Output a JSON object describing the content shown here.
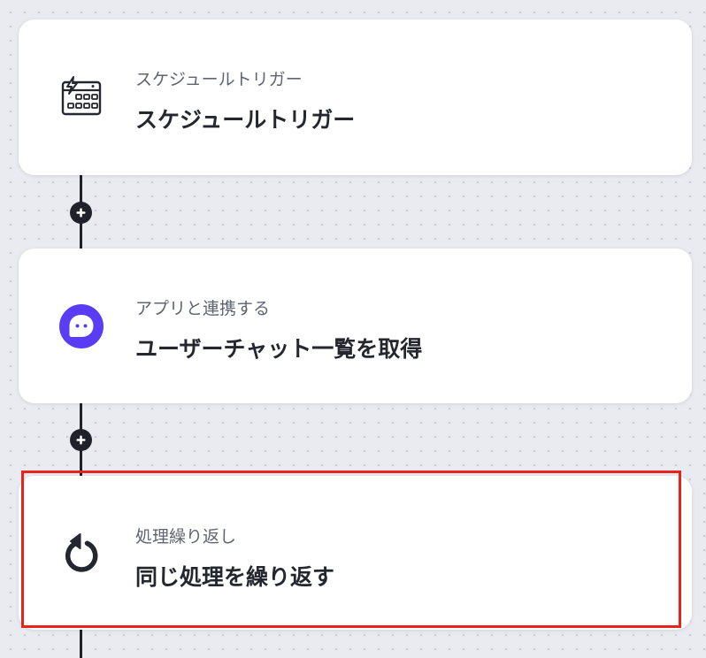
{
  "workflow": {
    "steps": [
      {
        "type_label": "スケジュールトリガー",
        "title": "スケジュールトリガー",
        "icon": "calendar-lightning-icon"
      },
      {
        "type_label": "アプリと連携する",
        "title": "ユーザーチャット一覧を取得",
        "icon": "chat-bubble-app-icon"
      },
      {
        "type_label": "処理繰り返し",
        "title": "同じ処理を繰り返す",
        "icon": "loop-arrow-icon"
      }
    ],
    "add_step_buttons": [
      "plus-icon",
      "plus-icon"
    ]
  },
  "colors": {
    "canvas_background": "#e9ebf0",
    "card_background": "#ffffff",
    "connector": "#1f2329",
    "app_icon_purple": "#5b3cf5",
    "highlight": "#e8241a"
  }
}
